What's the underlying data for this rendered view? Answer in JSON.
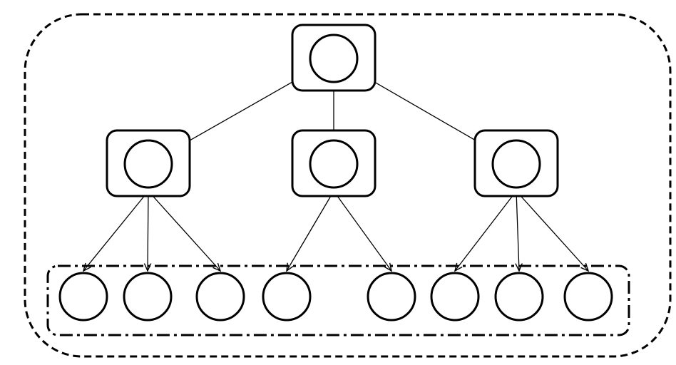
{
  "diagram": {
    "type": "tree-hierarchy",
    "root": {
      "id": "root",
      "boxed": true
    },
    "middle": [
      {
        "id": "m1",
        "boxed": true,
        "children": [
          "l1",
          "l2",
          "l3"
        ]
      },
      {
        "id": "m2",
        "boxed": true,
        "children": [
          "l4",
          "l5"
        ]
      },
      {
        "id": "m3",
        "boxed": true,
        "children": [
          "l6",
          "l7",
          "l8"
        ]
      }
    ],
    "leaves": [
      "l1",
      "l2",
      "l3",
      "l4",
      "l5",
      "l6",
      "l7",
      "l8"
    ],
    "colors": {
      "stroke": "#000000",
      "background": "#ffffff"
    }
  }
}
